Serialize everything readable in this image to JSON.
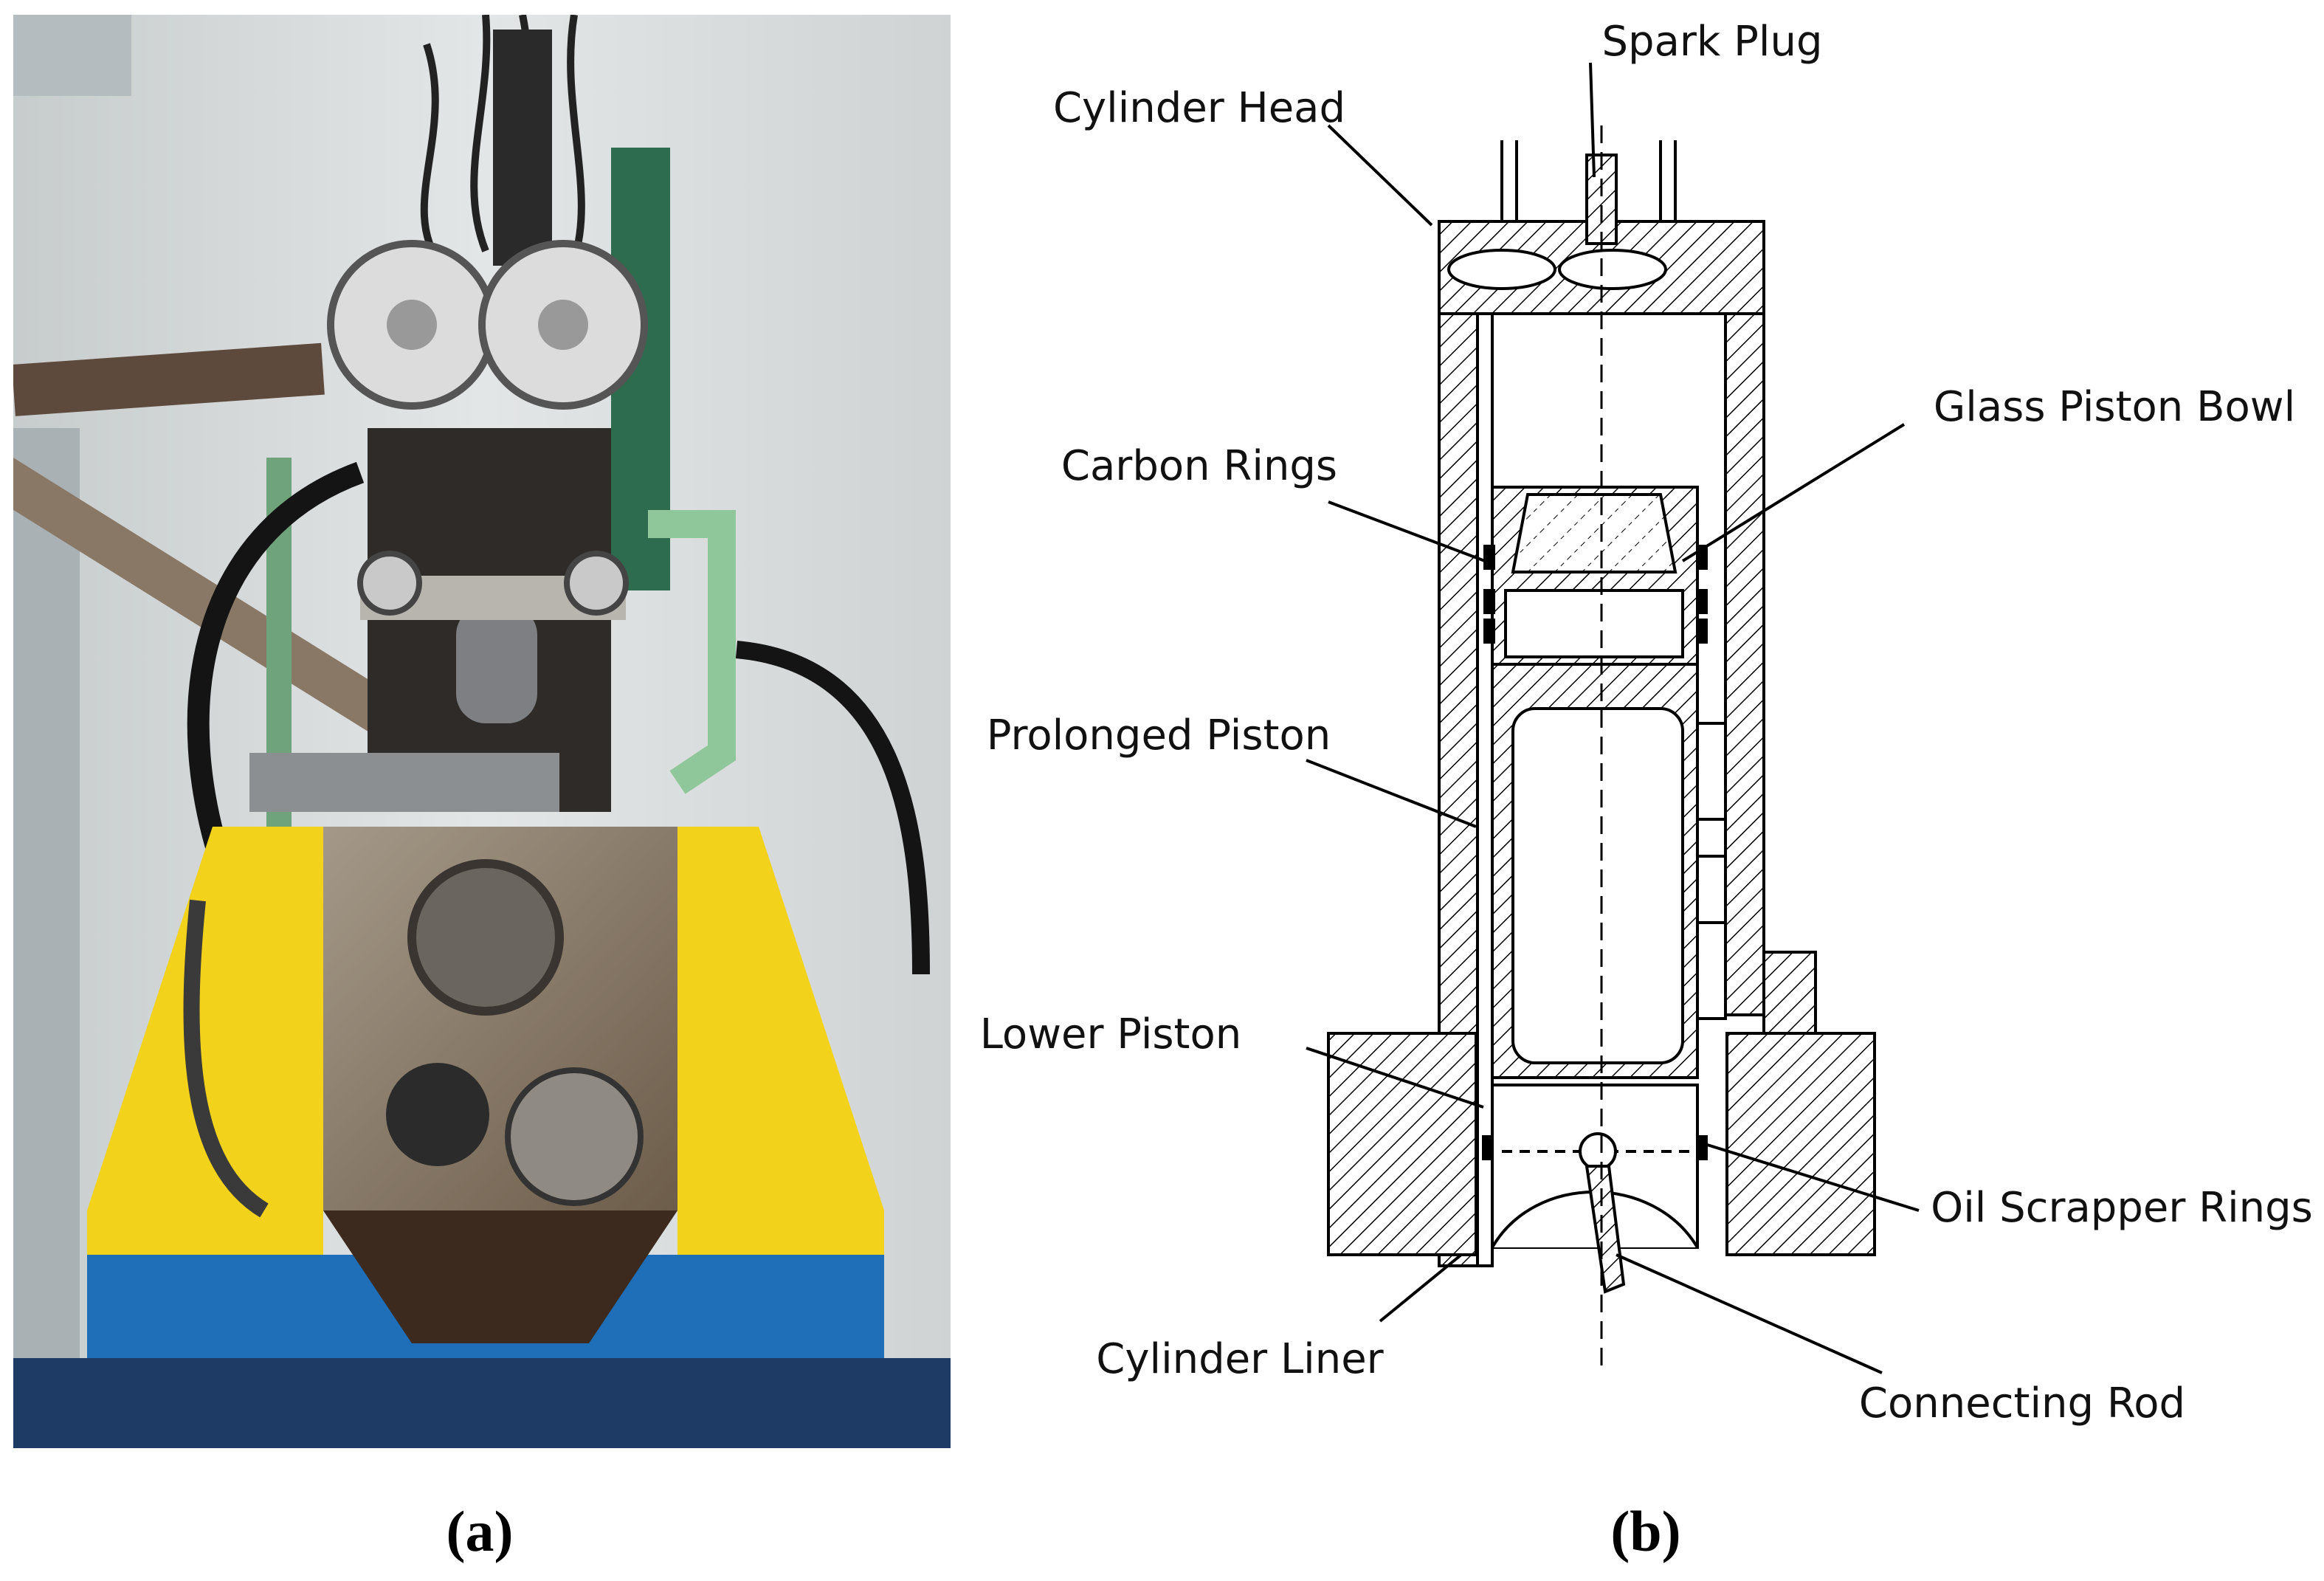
{
  "panels": {
    "a": {
      "caption": "(a)",
      "content": "engine-test-bench-photo"
    },
    "b": {
      "caption": "(b)",
      "content": "optical-engine-cross-section"
    }
  },
  "labels": {
    "spark_plug": "Spark Plug",
    "cylinder_head": "Cylinder Head",
    "glass_piston_bowl": "Glass Piston Bowl",
    "carbon_rings": "Carbon Rings",
    "prolonged_piston": "Prolonged Piston",
    "lower_piston": "Lower Piston",
    "oil_scrapper_rings": "Oil Scrapper Rings",
    "cylinder_liner": "Cylinder Liner",
    "connecting_rod": "Connecting Rod"
  },
  "colors": {
    "frame_yellow": "#f2d21a",
    "base_blue": "#1f6fb8",
    "coolant_green": "#8fc79a",
    "wall_grey": "#d9dcdc",
    "hatch": "#000000"
  }
}
